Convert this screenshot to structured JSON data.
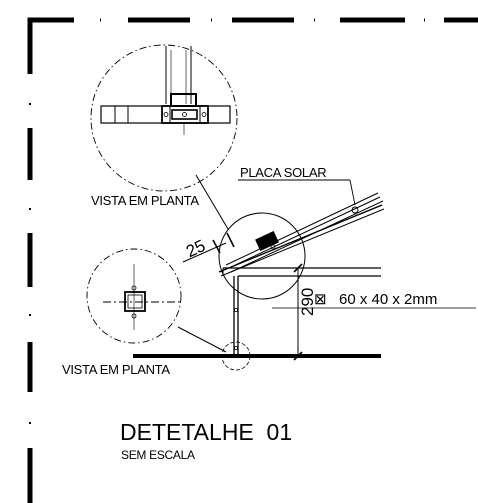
{
  "labels": {
    "top_view_label": "VISTA EM PLANTA",
    "side_view_label": "VISTA EM PLANTA",
    "solar_panel_label": "PLACA SOLAR",
    "profile_label": "60 x 40 x 2mm",
    "profile_symbol": "⊠",
    "dim_rafter": "25",
    "dim_height": "290"
  },
  "title": {
    "main": "DETETALHE  01",
    "scale": "SEM ESCALA"
  }
}
